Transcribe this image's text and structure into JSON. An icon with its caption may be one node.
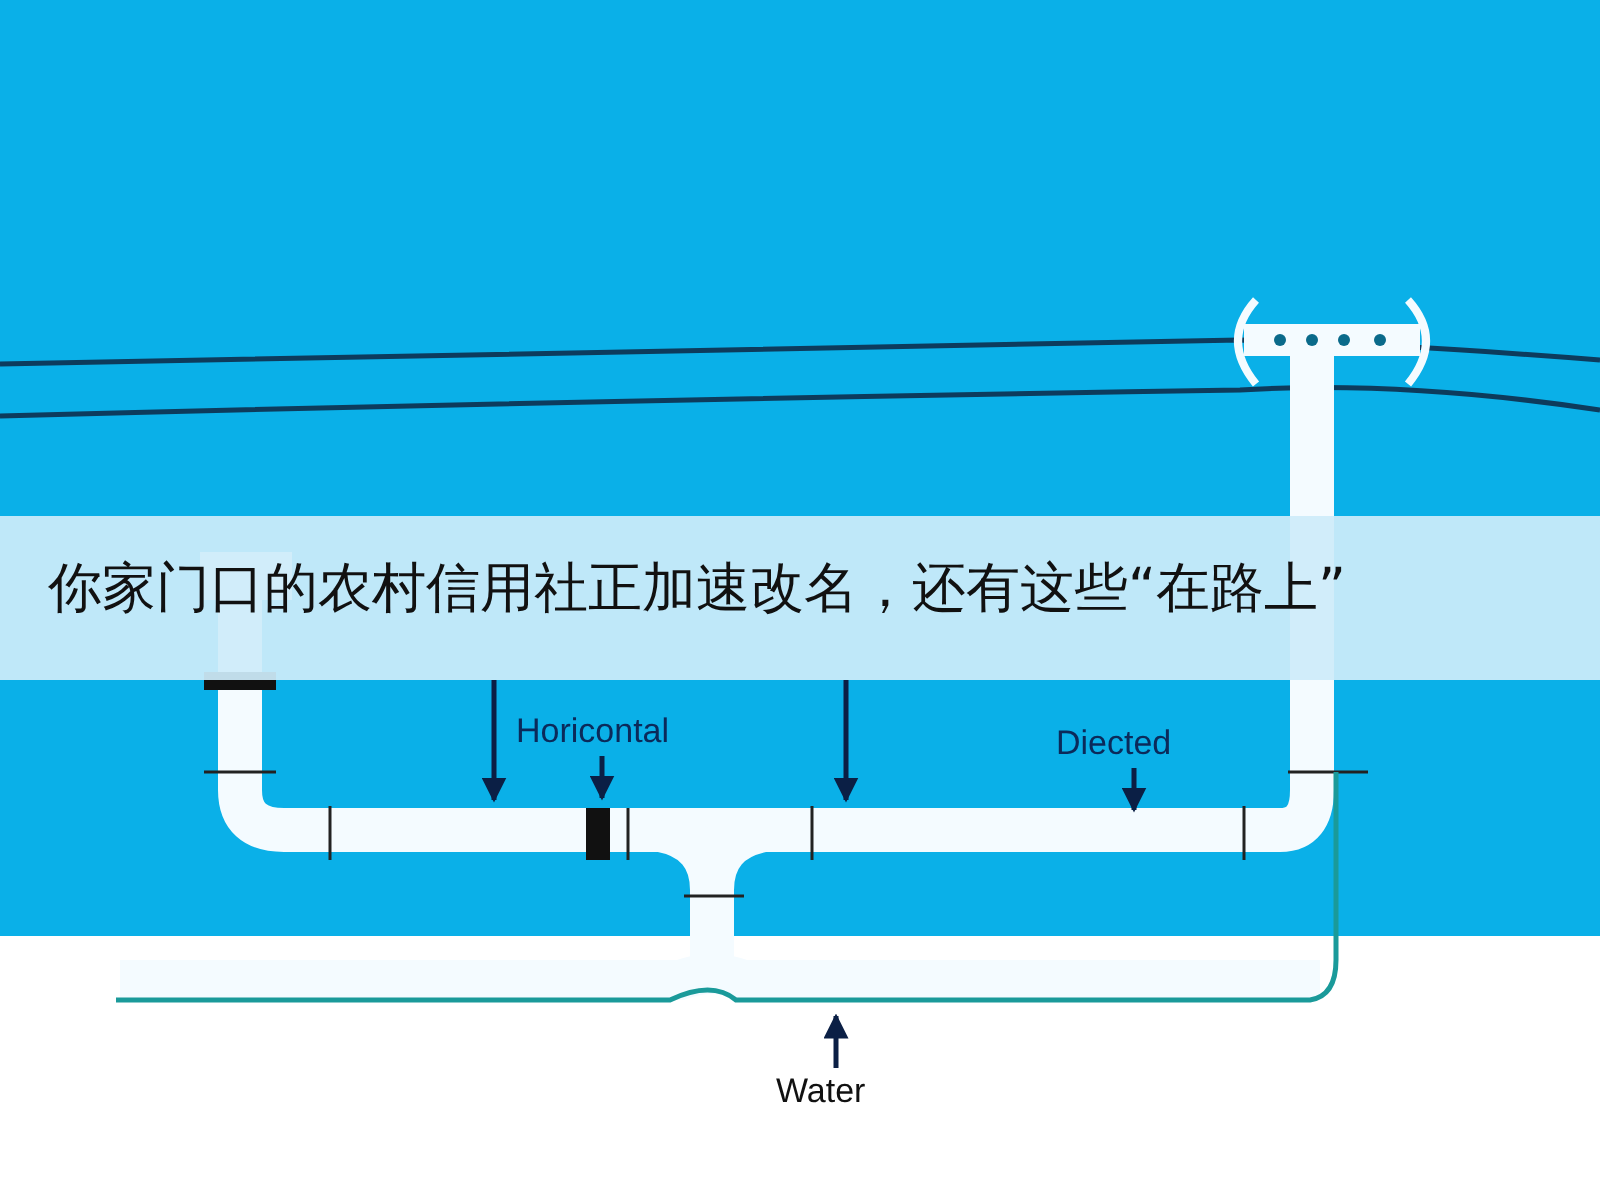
{
  "diagram": {
    "title": "你家门口的农村信用社正加速改名，还有这些“在路上”",
    "nodes": [
      {
        "text": [
          "Horicontal"
        ]
      },
      {
        "text": [
          "Diected"
        ]
      },
      {
        "text": [
          "Water"
        ]
      }
    ],
    "edges": [
      {
        "from": 0,
        "to": null,
        "arrow": "to"
      },
      {
        "from": 1,
        "to": null,
        "arrow": "to"
      },
      {
        "from": 2,
        "to": null,
        "arrow": "to"
      }
    ]
  }
}
